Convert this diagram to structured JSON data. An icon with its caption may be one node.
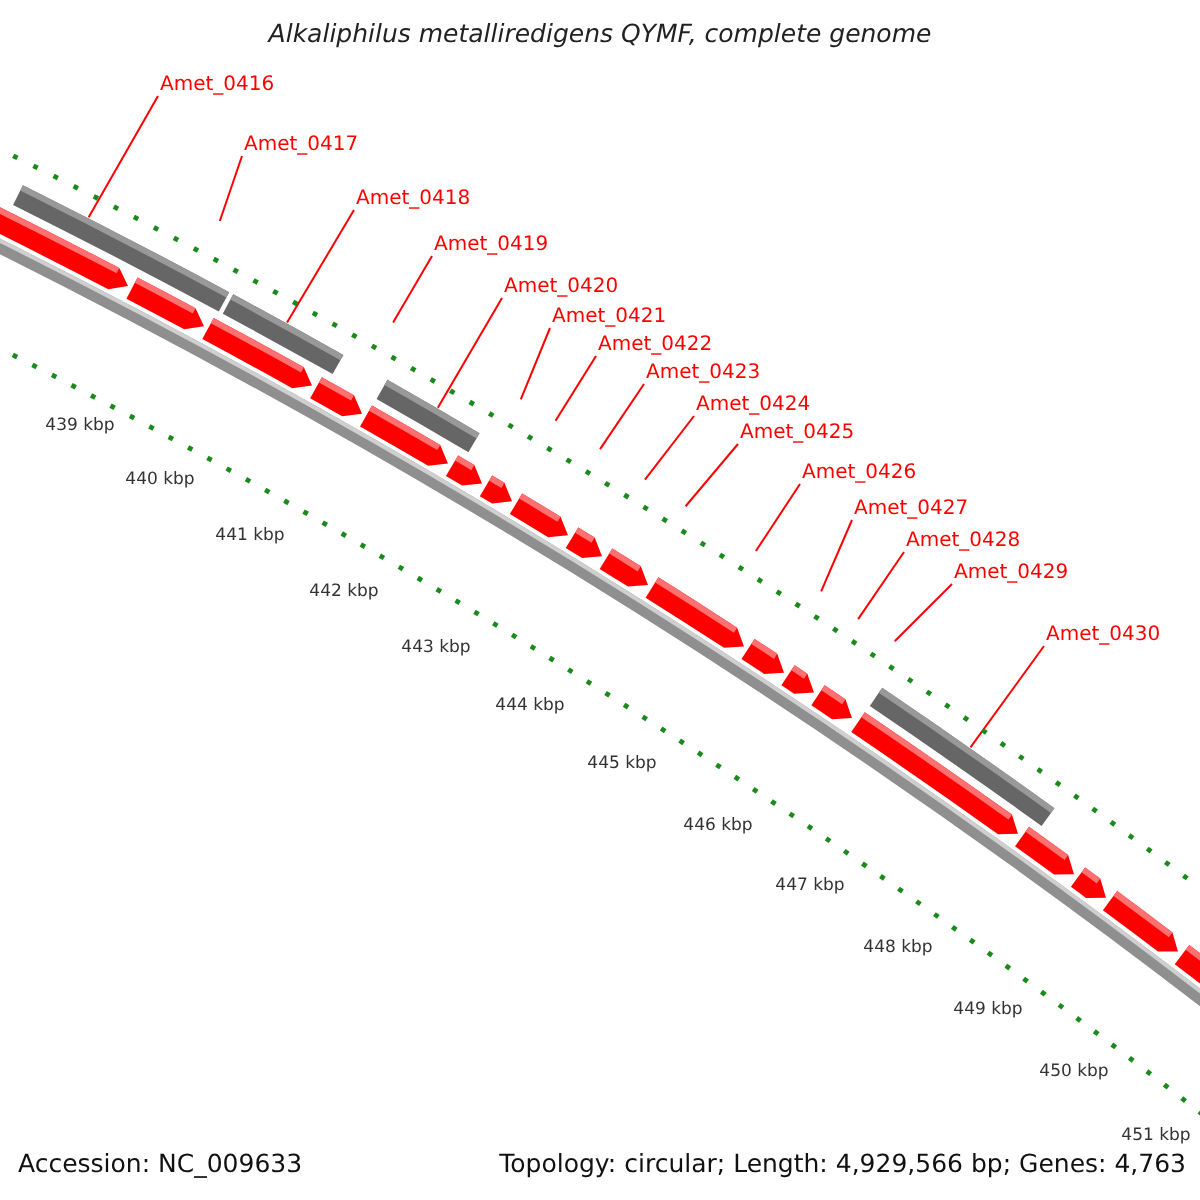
{
  "diagram": {
    "title": "Alkaliphilus metalliredigens QYMF, complete genome",
    "nodes": [
      {
        "text": [
          "Amet_0416"
        ]
      },
      {
        "text": [
          "Amet_0417"
        ]
      },
      {
        "text": [
          "Amet_0418"
        ]
      },
      {
        "text": [
          "Amet_0419"
        ]
      },
      {
        "text": [
          "Amet_0420"
        ]
      },
      {
        "text": [
          "Amet_0421"
        ]
      },
      {
        "text": [
          "Amet_0422"
        ]
      },
      {
        "text": [
          "Amet_0423"
        ]
      },
      {
        "text": [
          "Amet_0424"
        ]
      },
      {
        "text": [
          "Amet_0425"
        ]
      },
      {
        "text": [
          "Amet_0426"
        ]
      },
      {
        "text": [
          "Amet_0427"
        ]
      },
      {
        "text": [
          "Amet_0428"
        ]
      },
      {
        "text": [
          "Amet_0429"
        ]
      },
      {
        "text": [
          "Amet_0430"
        ]
      },
      {
        "text": [],
        "shape": "bar"
      },
      {
        "text": [],
        "shape": "bar"
      },
      {
        "text": [],
        "shape": "bar"
      },
      {
        "text": [],
        "shape": "bar"
      }
    ],
    "edges": [
      {
        "from": 0,
        "to": 15,
        "arrow": "none"
      },
      {
        "from": 1,
        "to": null,
        "arrow": "none"
      },
      {
        "from": 2,
        "to": 16,
        "arrow": "none"
      },
      {
        "from": 3,
        "to": null,
        "arrow": "none"
      },
      {
        "from": 4,
        "to": 17,
        "arrow": "none"
      },
      {
        "from": 5,
        "to": null,
        "arrow": "none"
      },
      {
        "from": 6,
        "to": null,
        "arrow": "none"
      },
      {
        "from": 7,
        "to": null,
        "arrow": "none"
      },
      {
        "from": 8,
        "to": null,
        "arrow": "none"
      },
      {
        "from": 9,
        "to": null,
        "arrow": "none"
      },
      {
        "from": 10,
        "to": null,
        "arrow": "none"
      },
      {
        "from": 11,
        "to": null,
        "arrow": "none"
      },
      {
        "from": 12,
        "to": null,
        "arrow": "none"
      },
      {
        "from": 13,
        "to": null,
        "arrow": "none"
      },
      {
        "from": 14,
        "to": 18,
        "arrow": "none"
      }
    ],
    "labels": [
      "439 kbp",
      "440 kbp",
      "441 kbp",
      "442 kbp",
      "443 kbp",
      "444 kbp",
      "445 kbp",
      "446 kbp",
      "447 kbp",
      "448 kbp",
      "449 kbp",
      "450 kbp",
      "451 kbp",
      "Accession: NC_009633",
      "Topology: circular; Length: 4,929,566 bp; Genes: 4,763"
    ]
  }
}
